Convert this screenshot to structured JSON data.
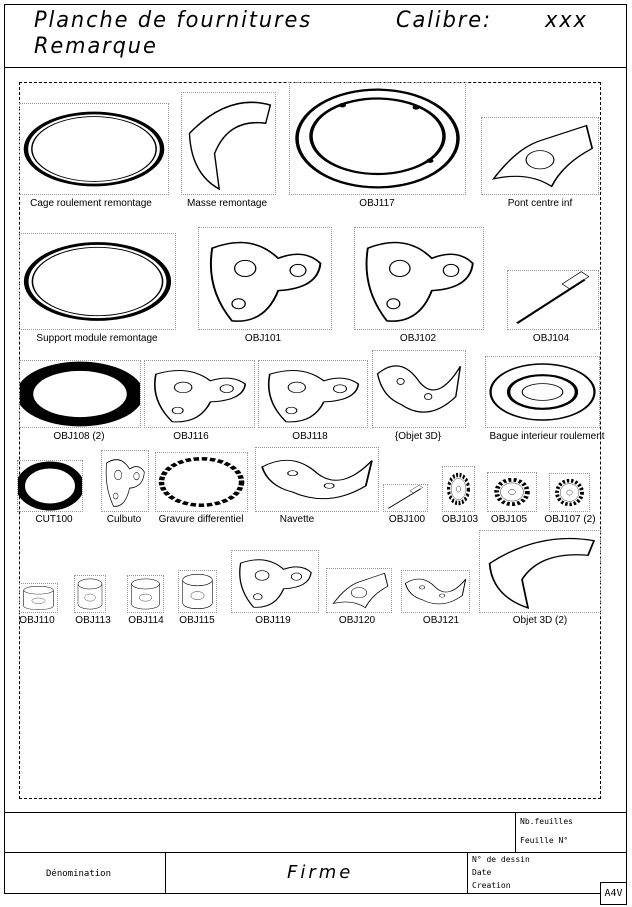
{
  "header": {
    "title": "Planche de fournitures",
    "calibre_label": "Calibre:",
    "calibre_value": "xxx",
    "remark": "Remarque"
  },
  "items": [
    {
      "label": "Cage roulement remontage",
      "shape": "ring"
    },
    {
      "label": "Masse remontage",
      "shape": "arc"
    },
    {
      "label": "OBJ117",
      "shape": "ring-thick"
    },
    {
      "label": "Pont centre inf",
      "shape": "bridge"
    },
    {
      "label": "Support module remontage",
      "shape": "ring"
    },
    {
      "label": "OBJ101",
      "shape": "plate"
    },
    {
      "label": "OBJ102",
      "shape": "plate"
    },
    {
      "label": "OBJ104",
      "shape": "pin"
    },
    {
      "label": "OBJ108 (2)",
      "shape": "spring"
    },
    {
      "label": "OBJ116",
      "shape": "plate"
    },
    {
      "label": "OBJ118",
      "shape": "plate"
    },
    {
      "label": "{Objet 3D}",
      "shape": "lever"
    },
    {
      "label": "Bague interieur roulement",
      "shape": "disc"
    },
    {
      "label": "CUT100",
      "shape": "spring"
    },
    {
      "label": "Culbuto",
      "shape": "plate"
    },
    {
      "label": "Gravure differentiel",
      "shape": "text-ring"
    },
    {
      "label": "Navette",
      "shape": "lever"
    },
    {
      "label": "OBJ100",
      "shape": "pin"
    },
    {
      "label": "OBJ103",
      "shape": "gear"
    },
    {
      "label": "OBJ105",
      "shape": "gear"
    },
    {
      "label": "OBJ107 (2)",
      "shape": "gear"
    },
    {
      "label": "OBJ110",
      "shape": "cylinder"
    },
    {
      "label": "OBJ113",
      "shape": "cylinder"
    },
    {
      "label": "OBJ114",
      "shape": "cylinder"
    },
    {
      "label": "OBJ115",
      "shape": "cylinder"
    },
    {
      "label": "OBJ119",
      "shape": "plate"
    },
    {
      "label": "OBJ120",
      "shape": "bridge"
    },
    {
      "label": "OBJ121",
      "shape": "lever"
    },
    {
      "label": "Objet 3D (2)",
      "shape": "arc"
    }
  ],
  "title_block": {
    "nb_feuilles": "Nb.feuilles",
    "feuille_no": "Feuille N°",
    "denomination": "Dénomination",
    "firme": "Firme",
    "no_dessin": "N° de dessin",
    "date": "Date",
    "creation": "Creation",
    "format": "A4V"
  }
}
